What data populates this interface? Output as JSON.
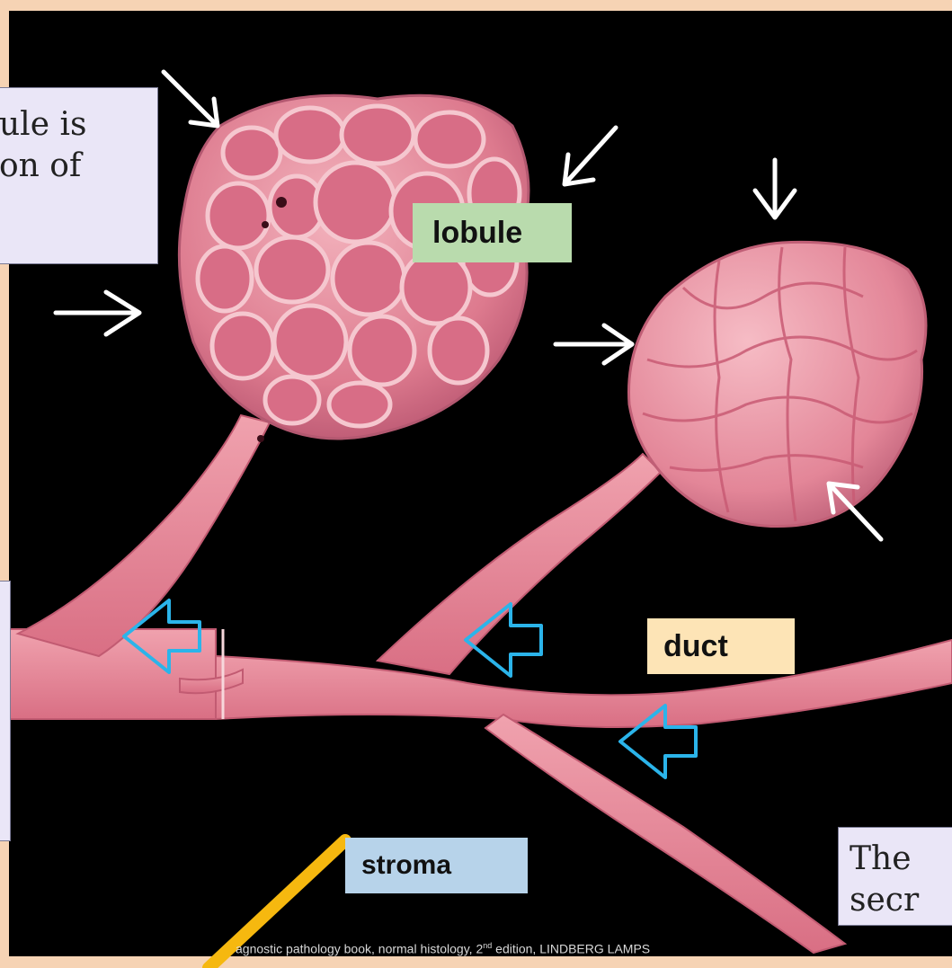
{
  "labels": {
    "lobule": "lobule",
    "duct": "duct",
    "stroma": "stroma"
  },
  "callouts": {
    "left_top": "ule is\non of",
    "bottom_right": "The\nsecr"
  },
  "citation": {
    "prefix": "agnostic pathology book, normal histology, 2",
    "superscript": "nd",
    "suffix": " edition, LINDBERG LAMPS"
  },
  "colors": {
    "background_frame": "#f6d3b4",
    "illustration_bg": "#000000",
    "tissue_pink": "#e78a99",
    "white_arrow": "#ffffff",
    "blue_arrow": "#2bb4ea",
    "stroma_pointer": "#f6b80f",
    "lobule_label_bg": "#b9dbad",
    "duct_label_bg": "#fde4b6",
    "stroma_label_bg": "#b7d3ea",
    "callout_bg": "#eae6f7"
  }
}
